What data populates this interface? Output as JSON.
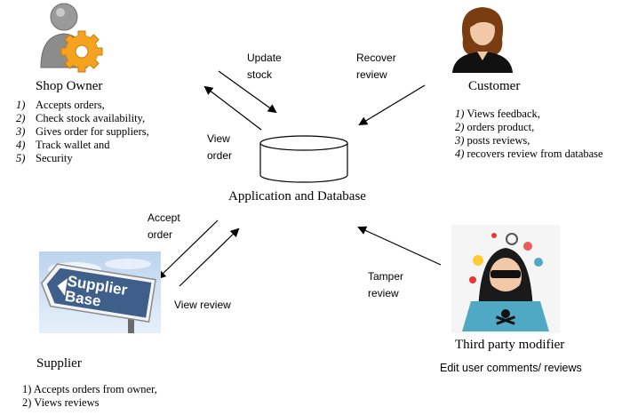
{
  "shop_owner": {
    "title": "Shop Owner",
    "items": [
      {
        "n": "1)",
        "text": "Accepts orders,"
      },
      {
        "n": "2)",
        "text": "Check stock availability,"
      },
      {
        "n": "3)",
        "text": "Gives order for suppliers,"
      },
      {
        "n": "4)",
        "text": "Track wallet and"
      },
      {
        "n": "5)",
        "text": "Security"
      }
    ]
  },
  "customer": {
    "title": "Customer",
    "items": [
      {
        "n": "1)",
        "text": "Views feedback,"
      },
      {
        "n": "2)",
        "text": "orders product,"
      },
      {
        "n": "3)",
        "text": "posts reviews,"
      },
      {
        "n": "4)",
        "text": "recovers review from database"
      }
    ]
  },
  "database": {
    "title": "Application and Database"
  },
  "supplier": {
    "title": "Supplier",
    "sign_text": "Supplier Base",
    "items": [
      "1) Accepts orders from owner,",
      "2) Views reviews"
    ]
  },
  "third_party": {
    "title": "Third party modifier",
    "description": "Edit user comments/  reviews"
  },
  "edges": {
    "update_stock": [
      "Update",
      "stock"
    ],
    "recover_review": [
      "Recover",
      "review"
    ],
    "view_order": [
      "View",
      "order"
    ],
    "accept_order": [
      "Accept",
      "order"
    ],
    "view_review": "View review",
    "tamper_review": [
      "Tamper",
      "review"
    ]
  },
  "colors": {
    "gear": "#f5a31f",
    "owner_figure": "#8c8c8c",
    "customer_hair": "#7a3d12",
    "sign_bg": "#3d5f8a",
    "laptop": "#4fa8c4"
  }
}
